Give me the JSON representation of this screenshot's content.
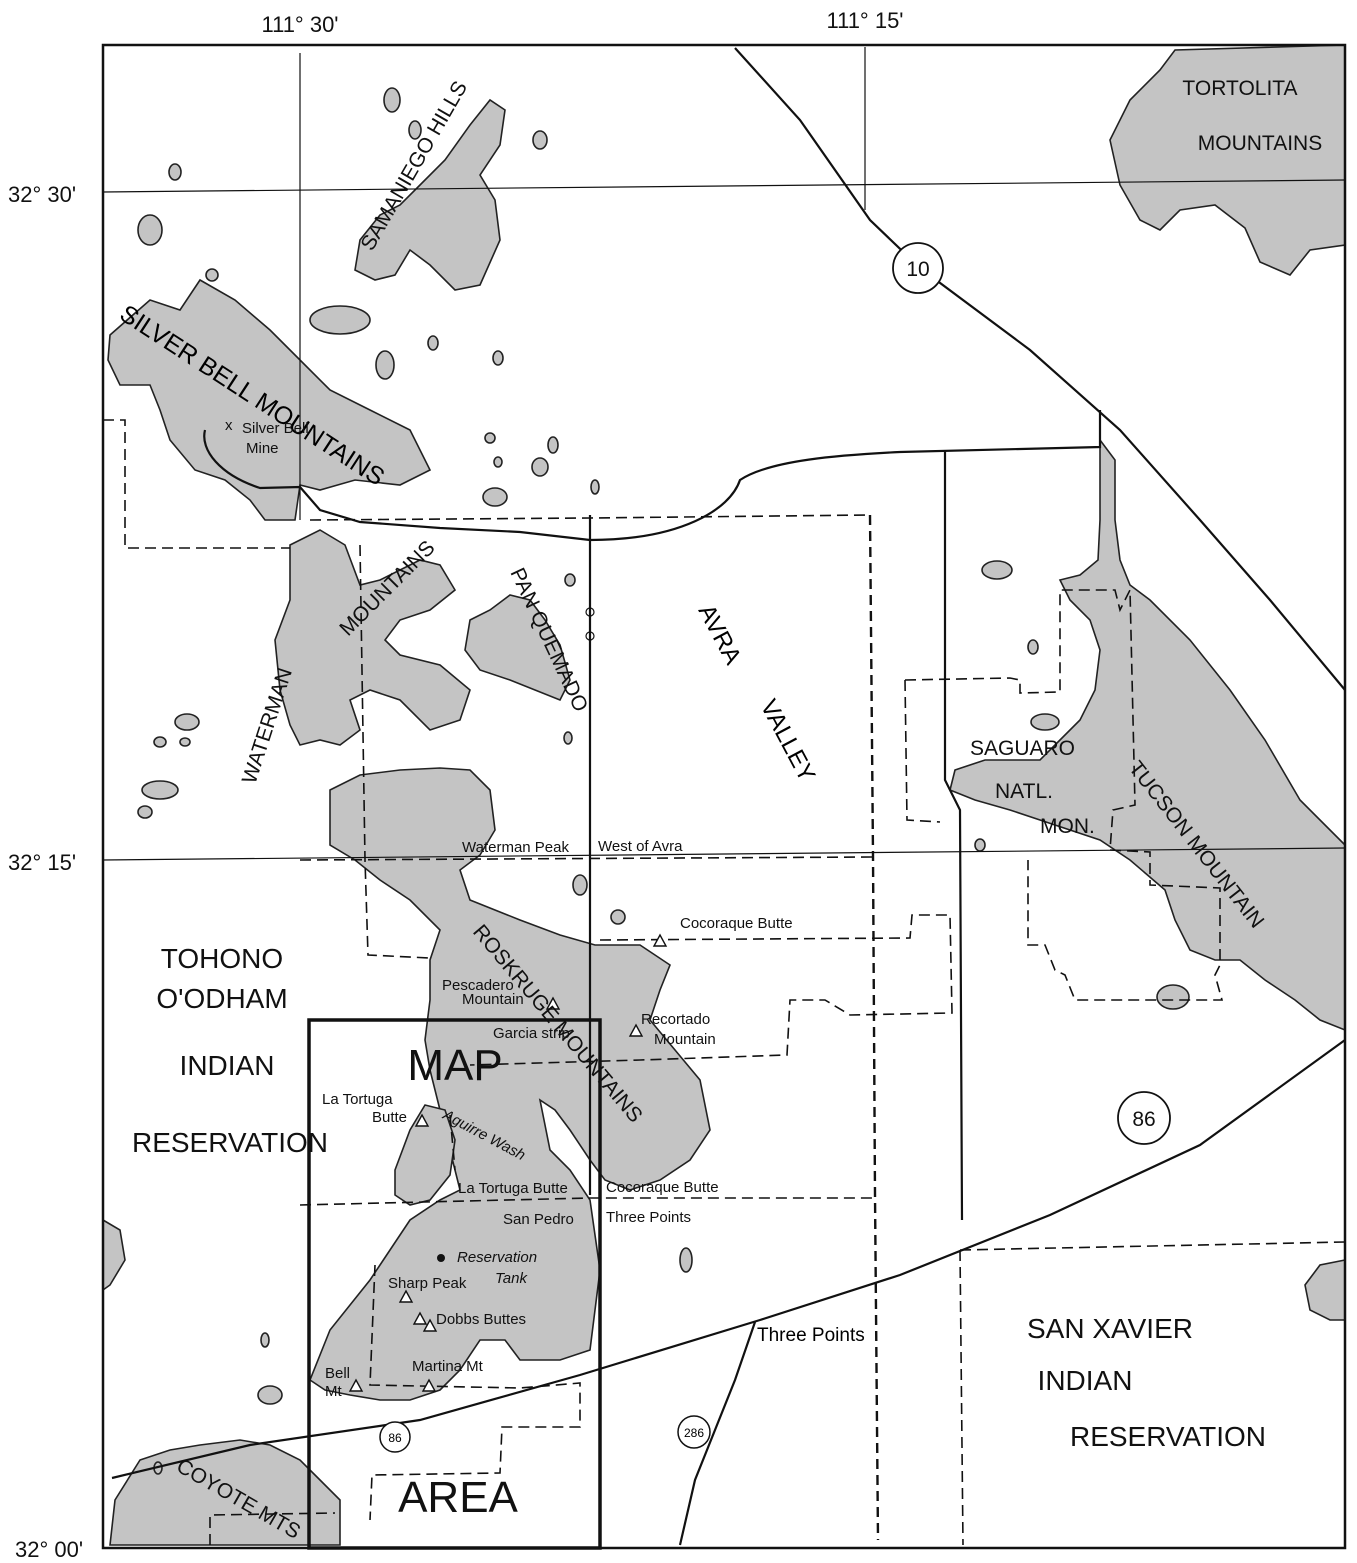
{
  "coordinates": {
    "lon_left": "111° 30'",
    "lon_right": "111° 15'",
    "lat_top": "32° 30'",
    "lat_mid": "32° 15'",
    "lat_bottom": "32° 00'"
  },
  "regions": {
    "tortolita_1": "TORTOLITA",
    "tortolita_2": "MOUNTAINS",
    "samaniego": "SAMANIEGO HILLS",
    "silver_bell": "SILVER BELL MOUNTAINS",
    "waterman_1": "WATERMAN",
    "waterman_2": "MOUNTAINS",
    "panquemado": "PAN QUEMADO",
    "avra_1": "AVRA",
    "avra_2": "VALLEY",
    "saguaro_1": "SAGUARO",
    "saguaro_2": "NATL.",
    "saguaro_3": "MON.",
    "tucson": "TUCSON MOUNTAIN",
    "roskruge": "ROSKRUGE MOUNTAINS",
    "tohono_1": "TOHONO",
    "tohono_2": "O'ODHAM",
    "tohono_3": "INDIAN",
    "tohono_4": "RESERVATION",
    "san_xavier_1": "SAN XAVIER",
    "san_xavier_2": "INDIAN",
    "san_xavier_3": "RESERVATION",
    "coyote": "COYOTE MTS",
    "map_area_1": "MAP",
    "map_area_2": "AREA"
  },
  "places": {
    "silver_bell_1": "Silver Bell",
    "silver_bell_2": "Mine",
    "waterman_peak": "Waterman Peak",
    "west_of_avra": "West of Avra",
    "cocoraque_butte": "Cocoraque Butte",
    "pescadero_1": "Pescadero",
    "pescadero_2": "Mountain",
    "recortado_1": "Recortado",
    "recortado_2": "Mountain",
    "garcia_strip": "Garcia strip",
    "la_tortuga_1": "La Tortuga",
    "la_tortuga_2": "Butte",
    "aguirre_wash": "Aguirre Wash",
    "la_tortuga_butte": "La Tortuga Butte",
    "cocoraque_butte_2": "Cocoraque Butte",
    "san_pedro": "San Pedro",
    "three_points_1": "Three Points",
    "reservation_1": "Reservation",
    "reservation_2": "Tank",
    "sharp_peak": "Sharp Peak",
    "dobbs_buttes": "Dobbs Buttes",
    "martina_mt": "Martina Mt",
    "bell_1": "Bell",
    "bell_2": "Mt",
    "three_points_2": "Three Points"
  },
  "highways": {
    "hwy10": "10",
    "hwy86_right": "86",
    "hwy86_left": "86",
    "hwy286": "286"
  }
}
